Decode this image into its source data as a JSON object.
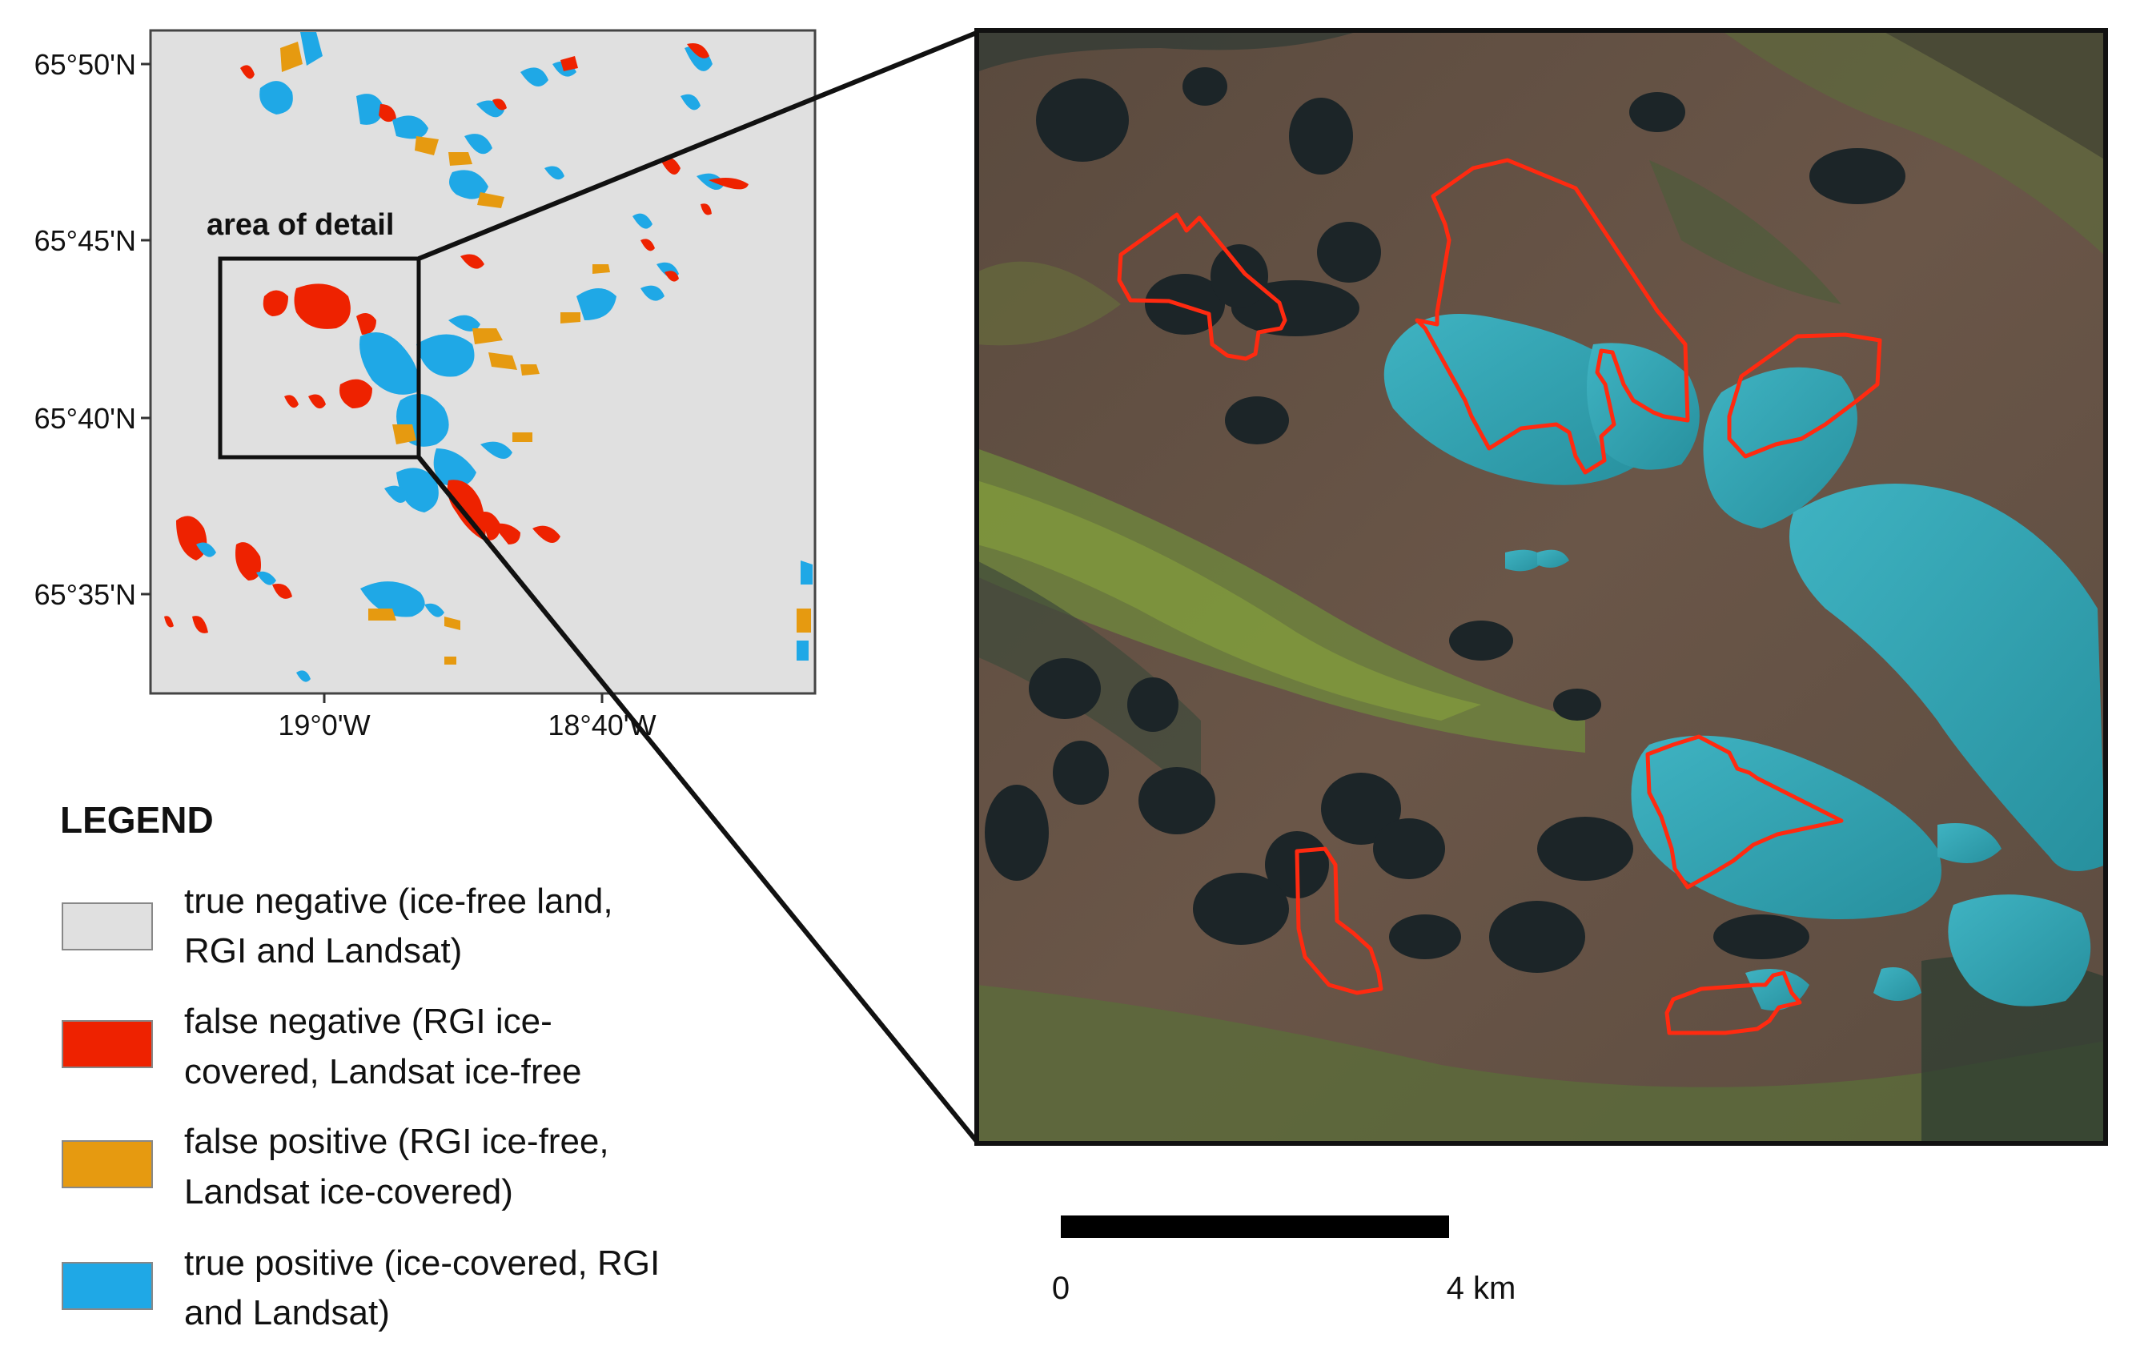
{
  "overview_map": {
    "lat_labels": [
      "65°50'N",
      "65°45'N",
      "65°40'N",
      "65°35'N"
    ],
    "lon_labels": [
      "19°0'W",
      "18°40'W"
    ],
    "area_label": "area of detail"
  },
  "legend": {
    "title": "LEGEND",
    "items": [
      {
        "lines": [
          "true negative (ice-free land,",
          "RGI and Landsat)"
        ],
        "color": "#e0e0e0"
      },
      {
        "lines": [
          "false negative (RGI ice-",
          "covered, Landsat ice-free"
        ],
        "color": "#ee2200"
      },
      {
        "lines": [
          "false positive (RGI ice-free,",
          "Landsat ice-covered)"
        ],
        "color": "#e69a10"
      },
      {
        "lines": [
          "true positive (ice-covered, RGI",
          "and Landsat)"
        ],
        "color": "#1fa8e6"
      }
    ]
  },
  "scale_bar": {
    "start_label": "0",
    "end_label": "4 km"
  },
  "colors": {
    "map_background": "#e0e0e0",
    "false_negative": "#ee2200",
    "false_positive": "#e69a10",
    "true_positive": "#1fa8e6",
    "outline": "#ff2a10"
  }
}
